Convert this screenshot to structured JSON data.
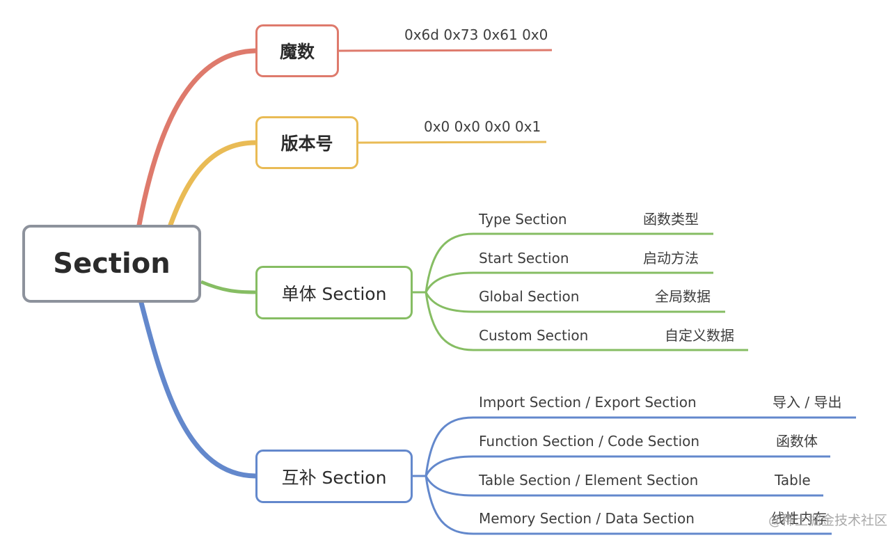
{
  "root": {
    "label": "Section"
  },
  "colors": {
    "root_border": "#8d929c",
    "magic": "#de7a6c",
    "version": "#e9bb55",
    "single": "#86bd63",
    "complement": "#6388cc"
  },
  "branches": {
    "magic": {
      "label": "魔数",
      "value": "0x6d 0x73 0x61 0x0"
    },
    "version": {
      "label": "版本号",
      "value": "0x0 0x0 0x0 0x1"
    },
    "single": {
      "label": "单体 Section",
      "children": [
        {
          "name": "Type Section",
          "desc": "函数类型"
        },
        {
          "name": "Start Section",
          "desc": "启动方法"
        },
        {
          "name": "Global Section",
          "desc": "全局数据"
        },
        {
          "name": "Custom Section",
          "desc": "自定义数据"
        }
      ]
    },
    "complement": {
      "label": "互补 Section",
      "children": [
        {
          "name": "Import Section / Export Section",
          "desc": "导入 / 导出"
        },
        {
          "name": "Function Section / Code Section",
          "desc": "函数体"
        },
        {
          "name": "Table Section / Element Section",
          "desc": "Table"
        },
        {
          "name": "Memory Section / Data Section",
          "desc": "线性内存"
        }
      ]
    }
  },
  "watermark": "@稀土掘金技术社区"
}
